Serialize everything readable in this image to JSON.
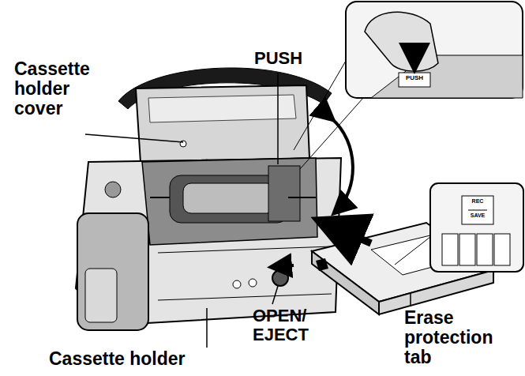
{
  "diagram": {
    "labels": [
      "Cassette holder cover",
      "PUSH",
      "PUSH",
      "REC",
      "SAVE",
      "OPEN/ EJECT",
      "Erase protection tab",
      "Cassette holder"
    ]
  }
}
